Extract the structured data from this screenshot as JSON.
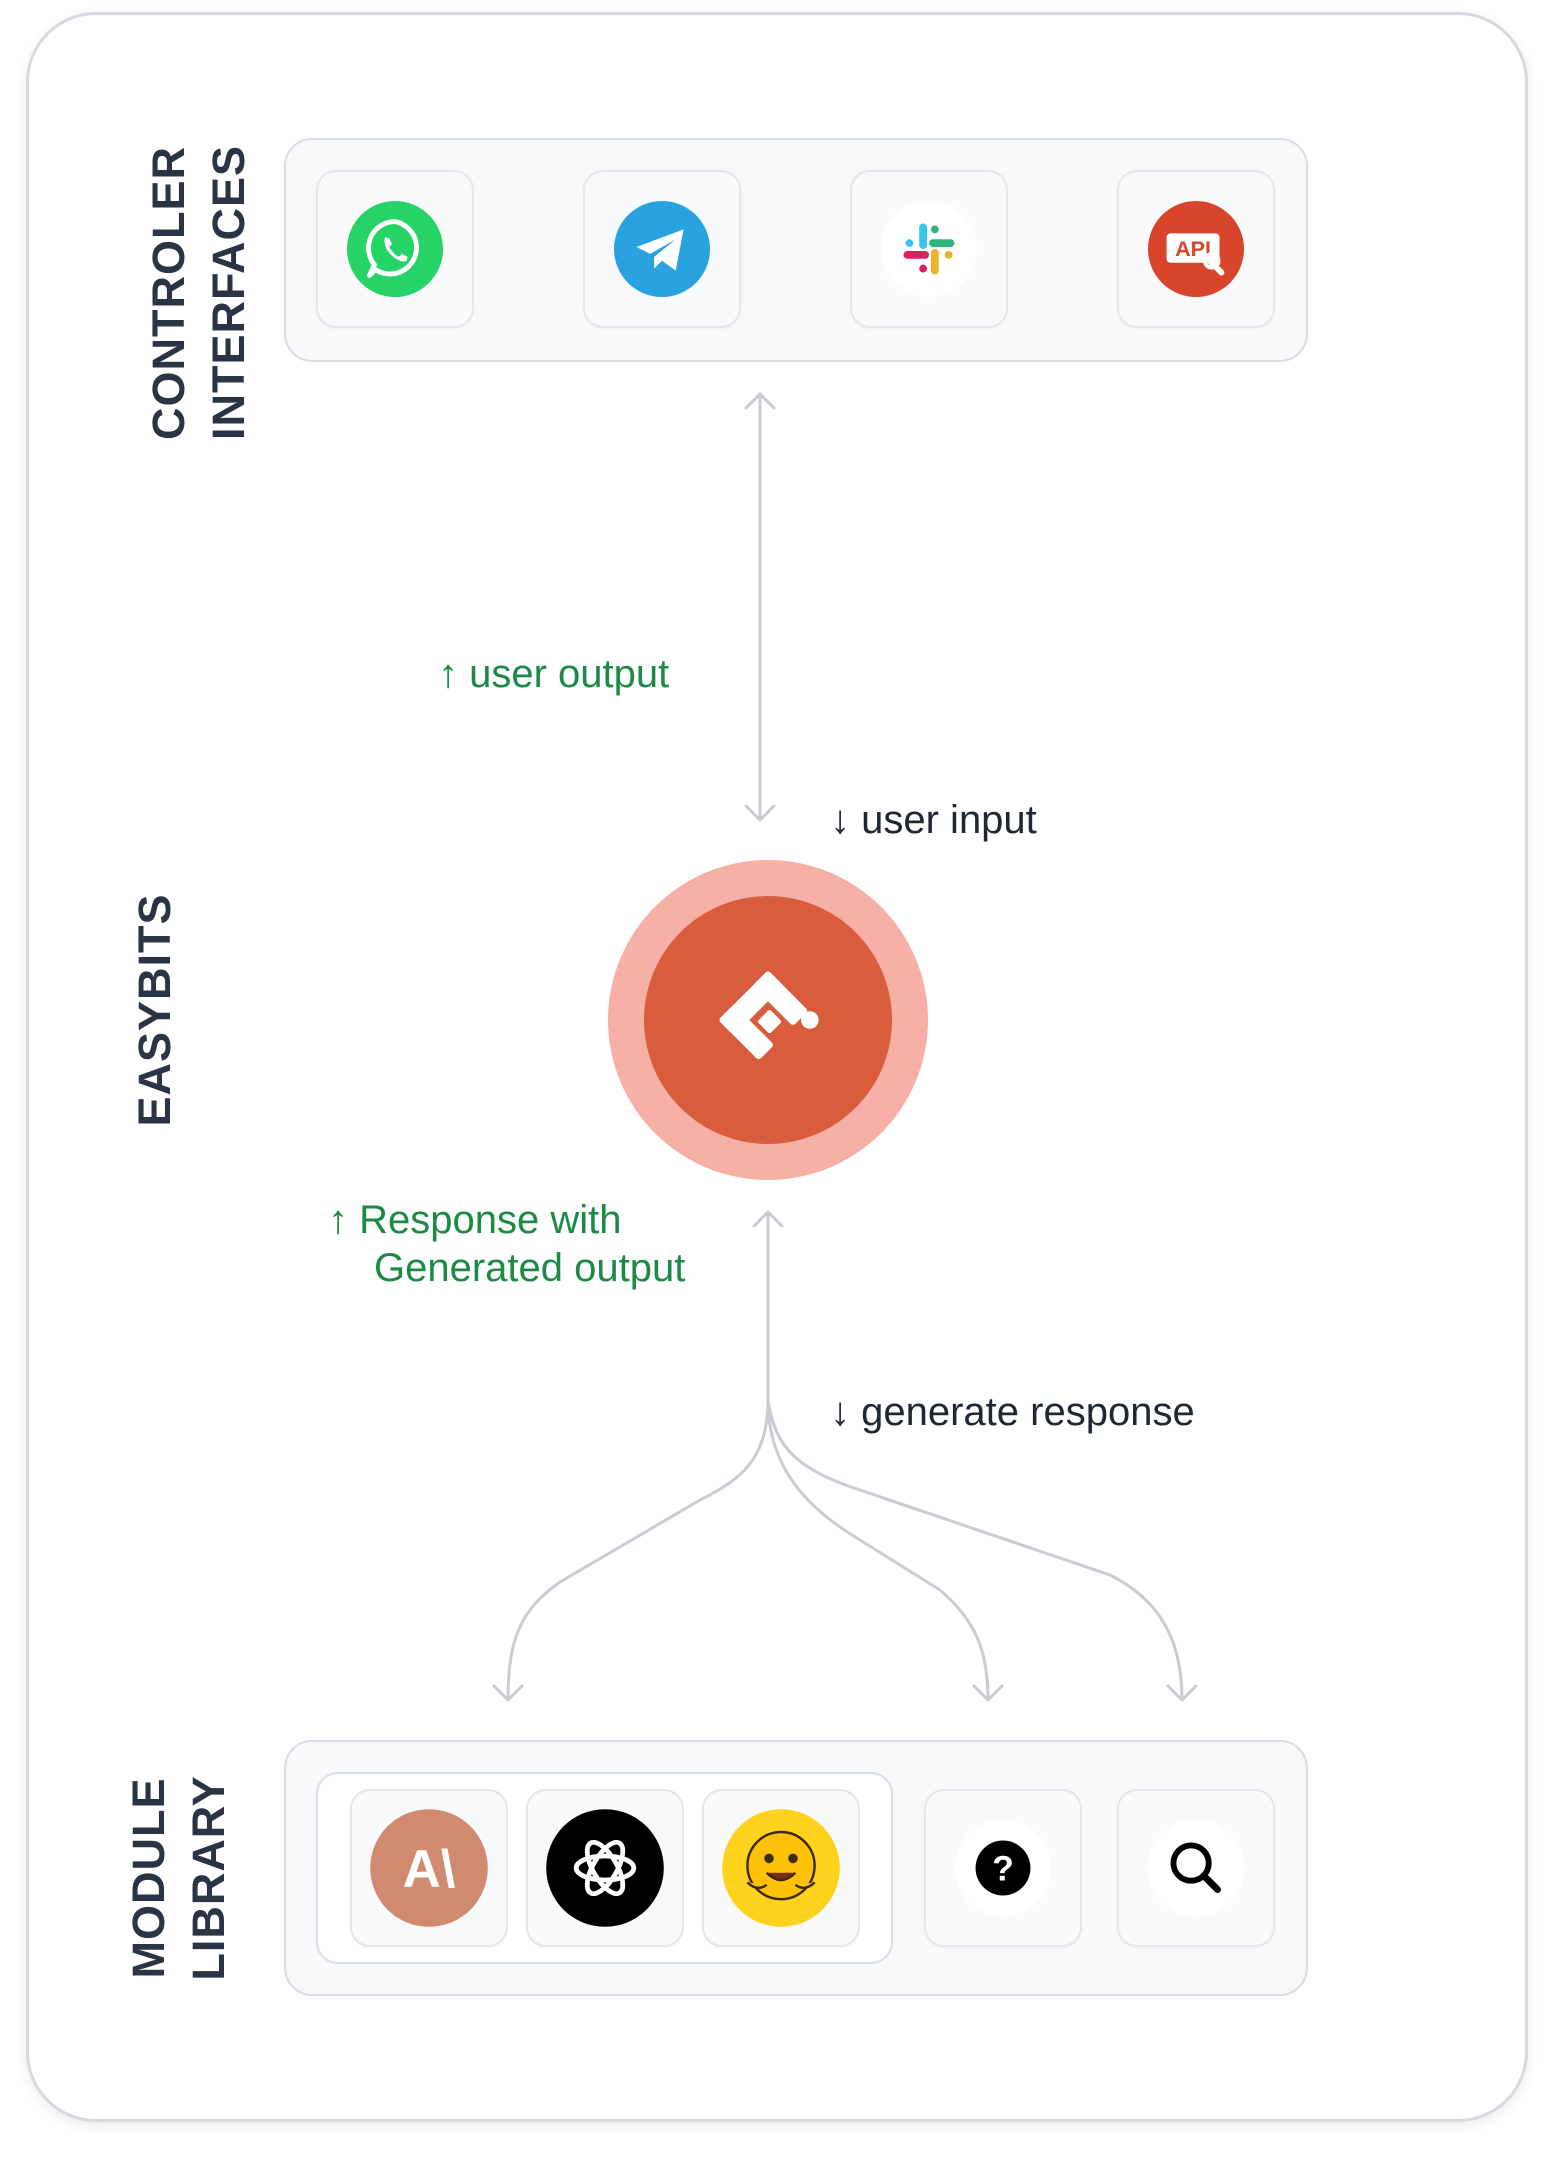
{
  "sections": {
    "controller": [
      "CONTROLER",
      "INTERFACES"
    ],
    "core": "EASYBITS",
    "modules": [
      "MODULE",
      "LIBRARY"
    ]
  },
  "flow": {
    "user_output_arrow": "↑",
    "user_output": "user output",
    "user_input_arrow": "↓",
    "user_input": "user input",
    "response_arrow": "↑",
    "response_line1": "Response with",
    "response_line2": "Generated output",
    "generate_arrow": "↓",
    "generate": "generate response"
  },
  "icons": {
    "controller": [
      "whatsapp-icon",
      "telegram-icon",
      "slack-icon",
      "api-icon"
    ],
    "modules": [
      "anthropic-icon",
      "openai-icon",
      "huggingface-icon",
      "question-icon",
      "search-icon"
    ],
    "api_text": "API",
    "anthropic_text": "A\\",
    "question_text": "?"
  },
  "colors": {
    "whatsapp": "#25d366",
    "telegram": "#29a3e0",
    "api": "#d9452b",
    "easybits": "#d95c3c",
    "easybits_halo": "#f6b0a6",
    "anthropic": "#d08a6e",
    "openai": "#000000",
    "huggingface": "#ffd21e",
    "green_text": "#1c8a44",
    "line": "#c9ccd3"
  }
}
